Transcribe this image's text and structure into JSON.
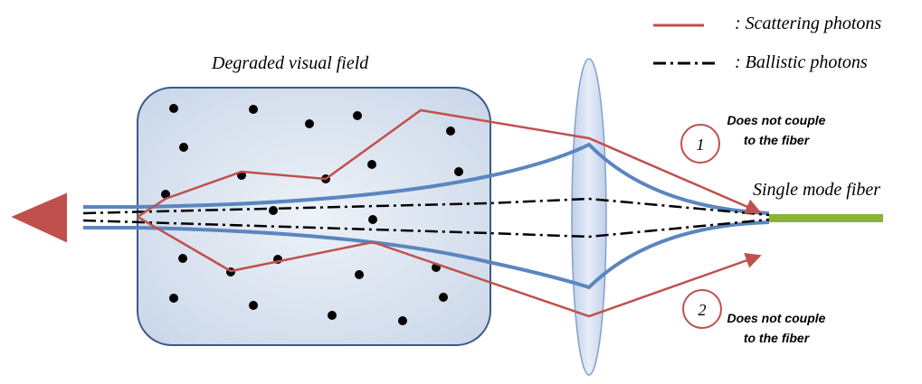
{
  "title": "Degraded visual field",
  "legend": {
    "scattering": ": Scattering photons",
    "ballistic": ": Ballistic photons"
  },
  "labels": {
    "fiber": "Single mode fiber",
    "note1_number": "1",
    "note1_line1": "Does not couple",
    "note1_line2": "to the fiber",
    "note2_number": "2",
    "note2_line1": "Does not couple",
    "note2_line2": "to the fiber"
  },
  "colors": {
    "scattering": "#c0504d",
    "blue_beam": "#5a86bf",
    "box_fill": "#d5dfed",
    "box_stroke": "#3a5a8c",
    "fiber": "#8bb23d",
    "source_arrow": "#c0504d"
  }
}
